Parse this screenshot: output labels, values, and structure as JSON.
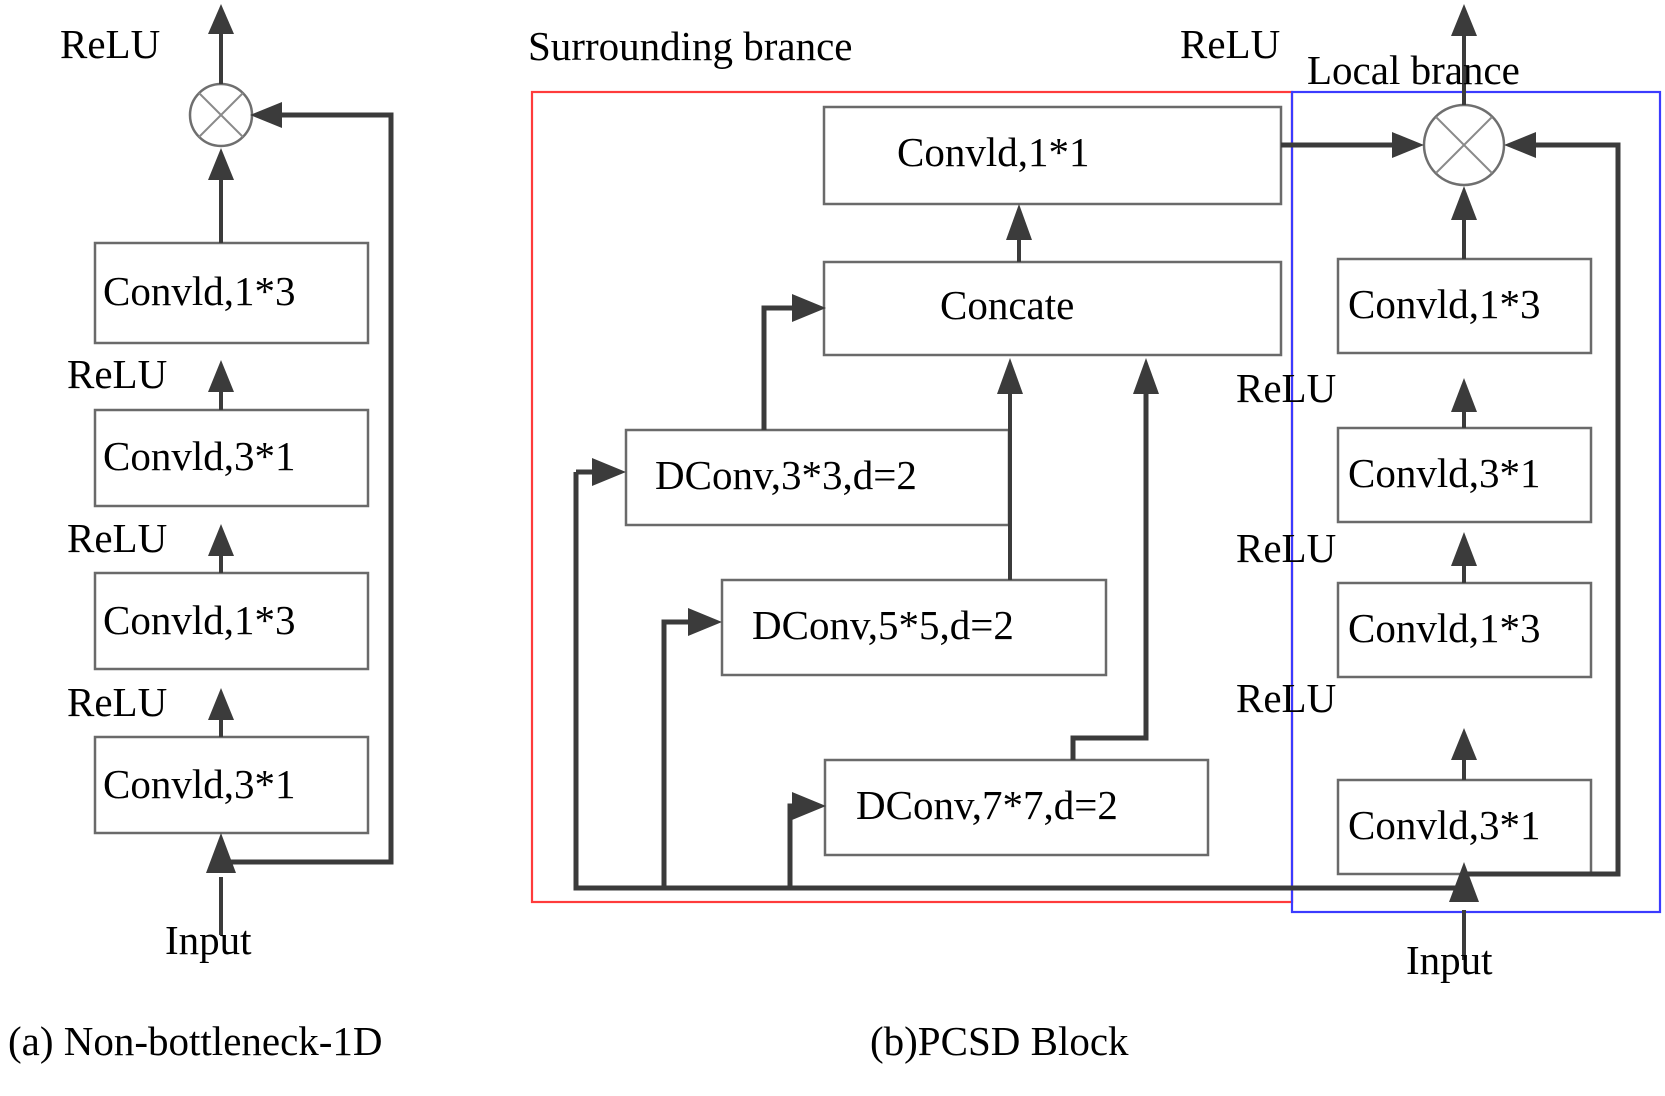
{
  "figure": {
    "panel_a": {
      "caption": "(a) Non-bottleneck-1D",
      "input_label": "Input",
      "output_activation": "ReLU",
      "blocks": [
        {
          "label": "Convld,3*1"
        },
        {
          "label": "Convld,1*3"
        },
        {
          "label": "Convld,3*1"
        },
        {
          "label": "Convld,1*3"
        }
      ],
      "relu_labels": [
        "ReLU",
        "ReLU",
        "ReLU"
      ],
      "sum_node": "cross-circle-sum"
    },
    "panel_b": {
      "caption": "(b)PCSD Block",
      "input_label": "Input",
      "output_activation": "ReLU",
      "surrounding_branch_label": "Surrounding brance",
      "local_branch_label": "Local brance",
      "surrounding_branch_color": "#ff3b3b",
      "local_branch_color": "#3b3bff",
      "surrounding_blocks": [
        {
          "label": "DConv,7*7,d=2"
        },
        {
          "label": "DConv,5*5,d=2"
        },
        {
          "label": "DConv,3*3,d=2"
        },
        {
          "label": "Concate"
        },
        {
          "label": "Convld,1*1"
        }
      ],
      "local_blocks": [
        {
          "label": "Convld,3*1"
        },
        {
          "label": "Convld,1*3"
        },
        {
          "label": "Convld,3*1"
        },
        {
          "label": "Convld,1*3"
        }
      ],
      "local_relu_labels": [
        "ReLU",
        "ReLU",
        "ReLU"
      ],
      "sum_node": "cross-circle-sum"
    }
  }
}
